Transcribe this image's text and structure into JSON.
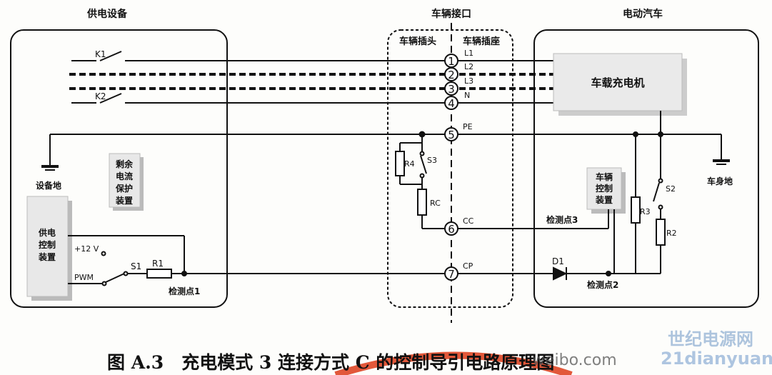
{
  "sections": {
    "supply": "供电设备",
    "interface": "车辆接口",
    "vehicle": "电动汽车",
    "plug": "车辆插头",
    "socket": "车辆插座"
  },
  "pins": [
    {
      "n": "1",
      "label": "L1"
    },
    {
      "n": "2",
      "label": "L2"
    },
    {
      "n": "3",
      "label": "L3"
    },
    {
      "n": "4",
      "label": "N"
    },
    {
      "n": "5",
      "label": "PE"
    },
    {
      "n": "6",
      "label": "CC"
    },
    {
      "n": "7",
      "label": "CP"
    }
  ],
  "components": {
    "k1": "K1",
    "k2": "K2",
    "charger": "车载充电机",
    "rcd": [
      "剩余",
      "电流",
      "保护",
      "装置"
    ],
    "supply_ctrl": [
      "供电",
      "控制",
      "装置"
    ],
    "vehicle_ctrl": [
      "车辆",
      "控制",
      "装置"
    ],
    "v12": "+12 V",
    "pwm": "PWM",
    "s1": "S1",
    "r1": "R1",
    "r4": "R4",
    "s3": "S3",
    "rc": "RC",
    "s2": "S2",
    "r2": "R2",
    "r3": "R3",
    "d1": "D1"
  },
  "labels": {
    "equip_ground": "设备地",
    "body_ground": "车身地",
    "detect1": "检测点1",
    "detect2": "检测点2",
    "detect3": "检测点3"
  },
  "caption": "图 A.3　充电模式 3 连接方式 C 的控制导引电路原理图",
  "watermark": {
    "site": "世纪电源网",
    "url": "21dianyuan",
    "weibo": "weibo.com"
  }
}
